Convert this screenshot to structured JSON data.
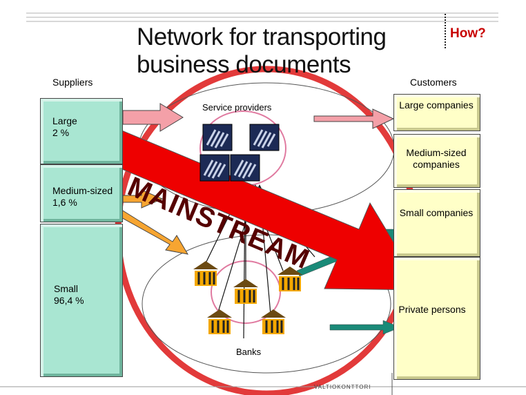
{
  "title": {
    "line1": "Network for transporting",
    "line2": "business documents"
  },
  "how_label": "How?",
  "suppliers": {
    "heading": "Suppliers",
    "large": {
      "name": "Large",
      "share": "2 %"
    },
    "medium": {
      "name": "Medium-sized",
      "share": "1,6 %"
    },
    "small": {
      "name": "Small",
      "share": "96,4 %"
    }
  },
  "customers": {
    "heading": "Customers",
    "large": "Large companies",
    "medium": "Medium-sized companies",
    "small": "Small companies",
    "private": "Private persons"
  },
  "service_providers_label": "Service providers",
  "banks_label": "Banks",
  "mainstream_label": "MAINSTREAM",
  "footer_logo": "VALTIOKONTTORI",
  "colors": {
    "accent_red": "#e80000",
    "supplier_green": "#a9e6d2",
    "customer_yellow": "#ffffc8",
    "arrow_orange": "#f7a531",
    "arrow_teal": "#1a8a78",
    "arrow_pink": "#f4a0a8"
  }
}
